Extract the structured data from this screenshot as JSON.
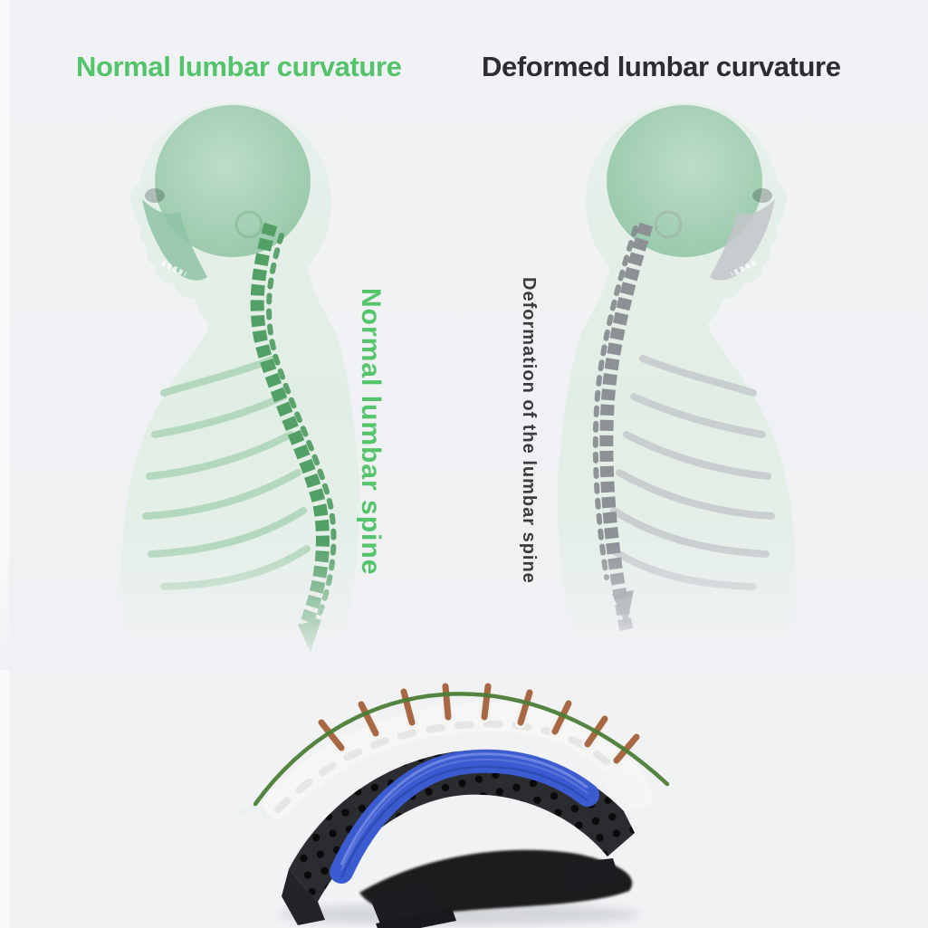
{
  "page": {
    "background_color": "#f0f1f4"
  },
  "comparison": {
    "left": {
      "title": "Normal lumbar curvature",
      "vertical_label": "Normal lumbar spine",
      "accent_color": "#54c46b",
      "figure_icon": "normal-lumbar-spine-figure"
    },
    "right": {
      "title": "Deformed lumbar curvature",
      "vertical_label": "Deformation of the lumbar spine",
      "text_color": "#2c2d2f",
      "figure_icon": "deformed-lumbar-spine-figure"
    }
  },
  "product_illustration": {
    "icon": "back-stretcher-device",
    "colors": {
      "board": "#2b2c30",
      "band": "#3b5bd0",
      "spine_model": "#f6f6f4",
      "spinous_process": "#a96844",
      "guide_arc": "#4b7d35"
    }
  }
}
